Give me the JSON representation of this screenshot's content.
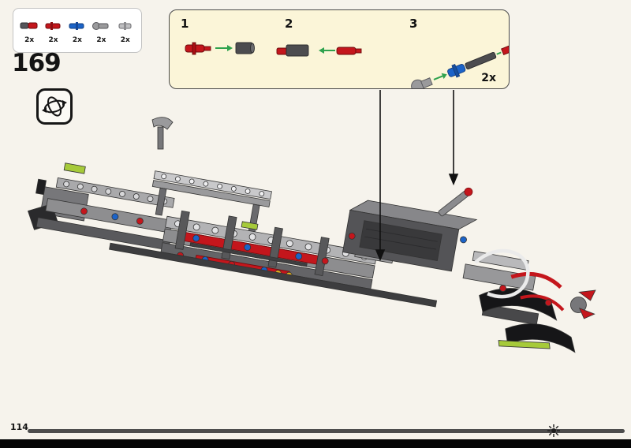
{
  "page": {
    "step_number": "169",
    "page_number": "114"
  },
  "parts_box": {
    "items": [
      {
        "icon": "red-pin-with-dark-sleeve",
        "count": "2x"
      },
      {
        "icon": "red-axle-pin",
        "count": "2x"
      },
      {
        "icon": "blue-long-pin",
        "count": "2x"
      },
      {
        "icon": "gray-ball-socket-connector",
        "count": "2x"
      },
      {
        "icon": "gray-pin",
        "count": "2x"
      }
    ]
  },
  "callout": {
    "steps": [
      {
        "label": "1"
      },
      {
        "label": "2"
      },
      {
        "label": "3"
      }
    ],
    "count_label": "2x"
  },
  "colors": {
    "accent_red": "#c4161c",
    "accent_blue": "#1b63c8",
    "accent_lime": "#a6ca3a",
    "callout_bg": "#fbf5d8",
    "progress_bar": "#4d4d4d",
    "page_bg": "#f6f3ec"
  }
}
